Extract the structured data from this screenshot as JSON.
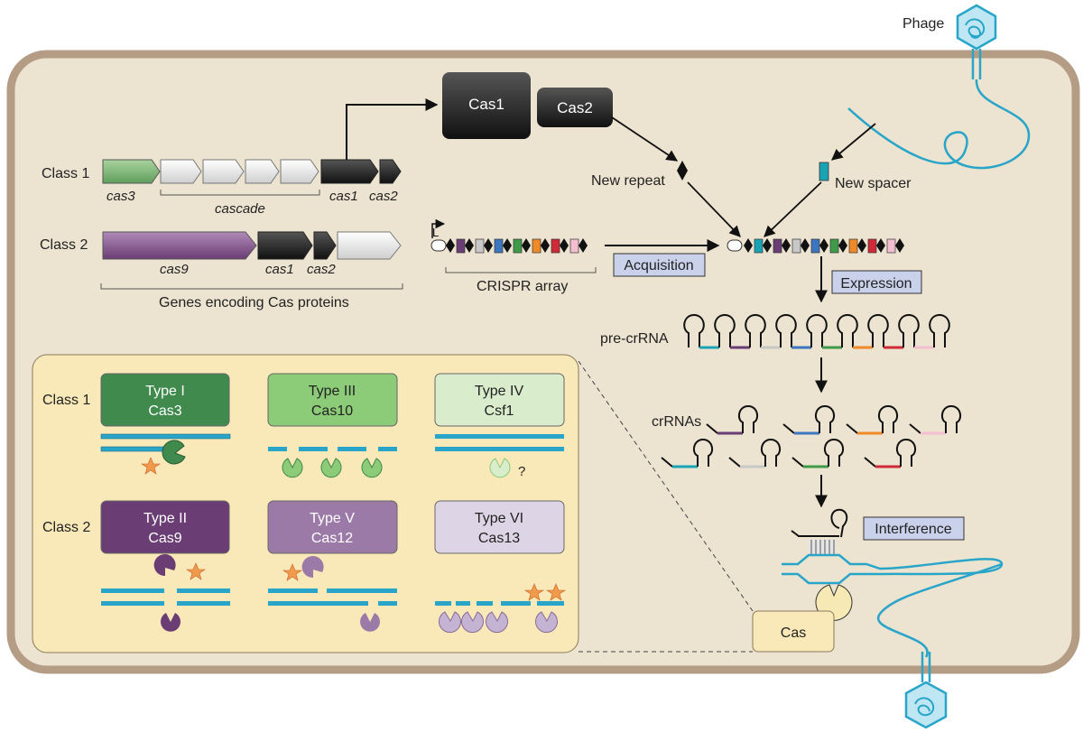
{
  "labels": {
    "phage": "Phage",
    "class1": "Class 1",
    "class2": "Class 2",
    "cas3": "cas3",
    "cascade": "cascade",
    "cas1": "cas1",
    "cas2": "cas2",
    "cas9": "cas9",
    "genes_encoding": "Genes encoding Cas proteins",
    "cas1_protein": "Cas1",
    "cas2_protein": "Cas2",
    "new_repeat": "New repeat",
    "new_spacer": "New spacer",
    "crispr_array": "CRISPR array",
    "acquisition": "Acquisition",
    "expression": "Expression",
    "pre_crrna": "pre-crRNA",
    "crrnas": "crRNAs",
    "interference": "Interference",
    "cas": "Cas",
    "promoter": "L",
    "question": "?"
  },
  "types": {
    "class1_label": "Class 1",
    "class2_label": "Class 2",
    "type1": {
      "name": "Type I",
      "protein": "Cas3"
    },
    "type3": {
      "name": "Type III",
      "protein": "Cas10"
    },
    "type4": {
      "name": "Type IV",
      "protein": "Csf1"
    },
    "type2": {
      "name": "Type II",
      "protein": "Cas9"
    },
    "type5": {
      "name": "Type V",
      "protein": "Cas12"
    },
    "type6": {
      "name": "Type VI",
      "protein": "Cas13"
    }
  },
  "colors": {
    "cell_fill": "#ece3d0",
    "cell_border": "#b49c85",
    "panel_fill": "#f9e9b8",
    "phage": "#29a5c9",
    "type1": "#3f8a4c",
    "type3": "#8ccb78",
    "type4": "#d9eccb",
    "type2": "#6a3d74",
    "type5": "#9c7aa8",
    "type6": "#ddd5e6",
    "label_box": "#c9d2ea",
    "spacer_colors": [
      "#1aa3b5",
      "#6a3d74",
      "#c8c8c8",
      "#3c76c0",
      "#3f9a4a",
      "#f08a28",
      "#d02a38",
      "#f3bfd0"
    ]
  }
}
